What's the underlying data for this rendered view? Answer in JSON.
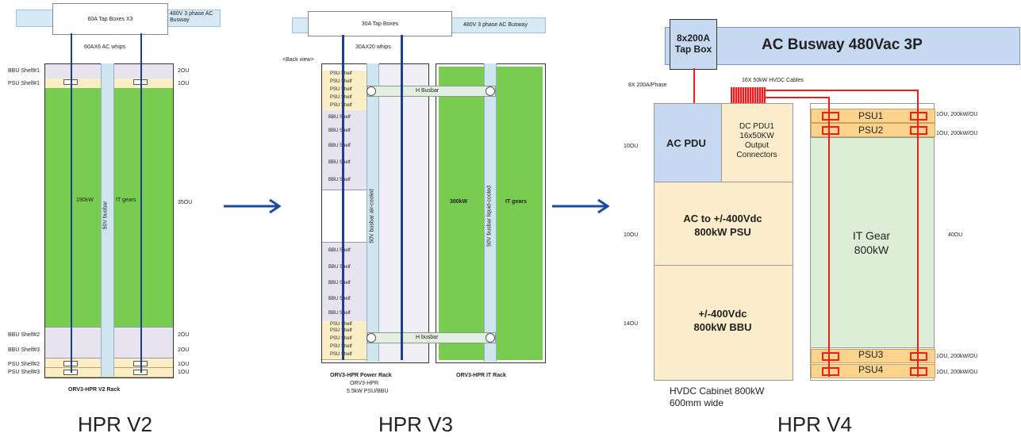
{
  "v2": {
    "tapbox": "60A Tap Boxes X3",
    "busway_label": "480V 3 phase AC Busway",
    "whips": "60AX6 AC whips",
    "shelves": {
      "bbu1": "BBU Shelf#1",
      "psu1": "PSU Shelf#1",
      "bbu2": "BBU Shelf#2",
      "bbu3": "BBU Shelf#3",
      "psu2": "PSU Shelf#2",
      "psu3": "PSU Shelf#3"
    },
    "ou": {
      "bbu1": "2OU",
      "psu1": "1OU",
      "main": "35OU",
      "bbu2": "2OU",
      "bbu3": "2OU",
      "psu2": "1OU",
      "psu3": "1OU"
    },
    "power": "190kW",
    "it": "IT gears",
    "busbar": "50V busbar",
    "rack_label": "ORV3-HPR V2 Rack",
    "caption": "HPR V2"
  },
  "v3": {
    "tapbox": "30A Tap Boxes",
    "busway_label": "480V 3 phase AC Busway",
    "whips": "30AX20 whips",
    "back_view": "<Back view>",
    "shelf_labels": {
      "psu": "PSU Shelf",
      "bbu": "BBU Shelf"
    },
    "h_busbar_top": "H Busbar",
    "h_busbar_bottom": "H busbar",
    "busbar_air": "50V busbar air-cooled",
    "busbar_liquid": "50V busbar liquid-cooled",
    "power": "300kW",
    "it": "IT gears",
    "power_rack": "ORV3-HPR Power Rack",
    "power_rack_sub1": "ORV3-HPR",
    "power_rack_sub2": "5.5kW PSU/BBU",
    "it_rack": "ORV3-HPR IT Rack",
    "caption": "HPR V3"
  },
  "v4": {
    "tapbox": "8x200A Tap Box",
    "busway": "AC Busway 480Vac 3P",
    "phase": "8X 200A/Phase",
    "hvdc_cables": "16X 50kW HVDC Cables",
    "ac_pdu": "AC PDU",
    "dc_pdu_l1": "DC PDU1",
    "dc_pdu_l2": "16x50KW",
    "dc_pdu_l3": "Output",
    "dc_pdu_l4": "Connectors",
    "psu_l1": "AC to +/-400Vdc",
    "psu_l2": "800kW PSU",
    "bbu_l1": "+/-400Vdc",
    "bbu_l2": "800kW BBU",
    "ou_left": [
      "10OU",
      "10OU",
      "14OU"
    ],
    "psu_units": [
      "PSU1",
      "PSU2",
      "PSU3",
      "PSU4"
    ],
    "psu_ou": "1OU, 200kW/OU",
    "it_l1": "IT Gear",
    "it_l2": "800kW",
    "ou_right": "40OU",
    "cabinet_l1": "HVDC Cabinet 800kW",
    "cabinet_l2": "600mm wide",
    "caption": "HPR V4"
  },
  "colors": {
    "arrow": "#1a4c9c",
    "busbar_dark": "#1d3f8f",
    "green": "#78cc4f",
    "red": "#ee1c1c",
    "blue_pdu": "#c7d9f1",
    "cream": "#fbeccb",
    "it_light": "#dcefd6"
  }
}
